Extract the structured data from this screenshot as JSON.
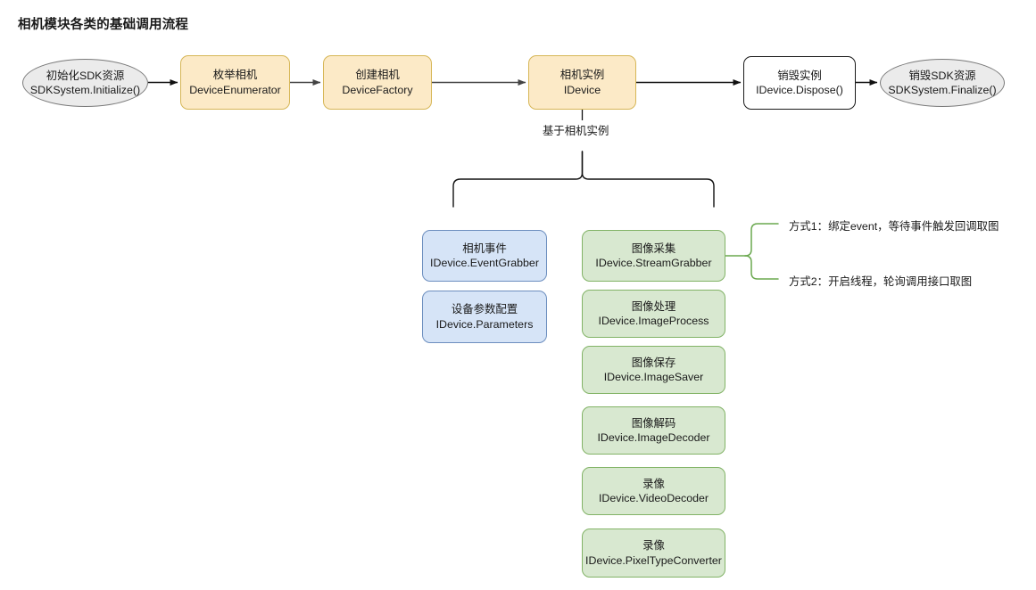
{
  "title": "相机模块各类的基础调用流程",
  "colors": {
    "yellow_fill": "#fceac7",
    "yellow_stroke": "#d6b656",
    "blue_fill": "#d6e4f7",
    "blue_stroke": "#6c8ebf",
    "green_fill": "#d8e8d0",
    "green_stroke": "#82b366",
    "grey_fill": "#ebebeb",
    "grey_stroke": "#7a7a7a",
    "black_stroke": "#1a1a1a",
    "background": "#ffffff"
  },
  "flow": {
    "nodes": [
      {
        "id": "init",
        "shape": "ellipse",
        "line1": "初始化SDK资源",
        "line2": "SDKSystem.Initialize()"
      },
      {
        "id": "enumerate",
        "shape": "rrect-yellow",
        "line1": "枚举相机",
        "line2": "DeviceEnumerator"
      },
      {
        "id": "create",
        "shape": "rrect-yellow",
        "line1": "创建相机",
        "line2": "DeviceFactory"
      },
      {
        "id": "instance",
        "shape": "rrect-yellow",
        "line1": "相机实例",
        "line2": "IDevice"
      },
      {
        "id": "dispose",
        "shape": "rrect-white",
        "line1": "销毁实例",
        "line2": "IDevice.Dispose()"
      },
      {
        "id": "finalize",
        "shape": "ellipse",
        "line1": "销毁SDK资源",
        "line2": "SDKSystem.Finalize()"
      }
    ]
  },
  "branch": {
    "label": "基于相机实例"
  },
  "blue_group": {
    "nodes": [
      {
        "id": "event-grabber",
        "line1": "相机事件",
        "line2": "IDevice.EventGrabber"
      },
      {
        "id": "parameters",
        "line1": "设备参数配置",
        "line2": "IDevice.Parameters"
      }
    ]
  },
  "green_group": {
    "nodes": [
      {
        "id": "stream-grabber",
        "line1": "图像采集",
        "line2": "IDevice.StreamGrabber"
      },
      {
        "id": "image-process",
        "line1": "图像处理",
        "line2": "IDevice.ImageProcess"
      },
      {
        "id": "image-saver",
        "line1": "图像保存",
        "line2": "IDevice.ImageSaver"
      },
      {
        "id": "image-decoder",
        "line1": "图像解码",
        "line2": "IDevice.ImageDecoder"
      },
      {
        "id": "video-decoder",
        "line1": "录像",
        "line2": "IDevice.VideoDecoder"
      },
      {
        "id": "pixeltype-converter",
        "line1": "录像",
        "line2": "IDevice.PixelTypeConverter"
      }
    ]
  },
  "annotations": [
    {
      "id": "method-1",
      "text": "方式1：绑定event，等待事件触发回调取图"
    },
    {
      "id": "method-2",
      "text": "方式2：开启线程，轮询调用接口取图"
    }
  ]
}
